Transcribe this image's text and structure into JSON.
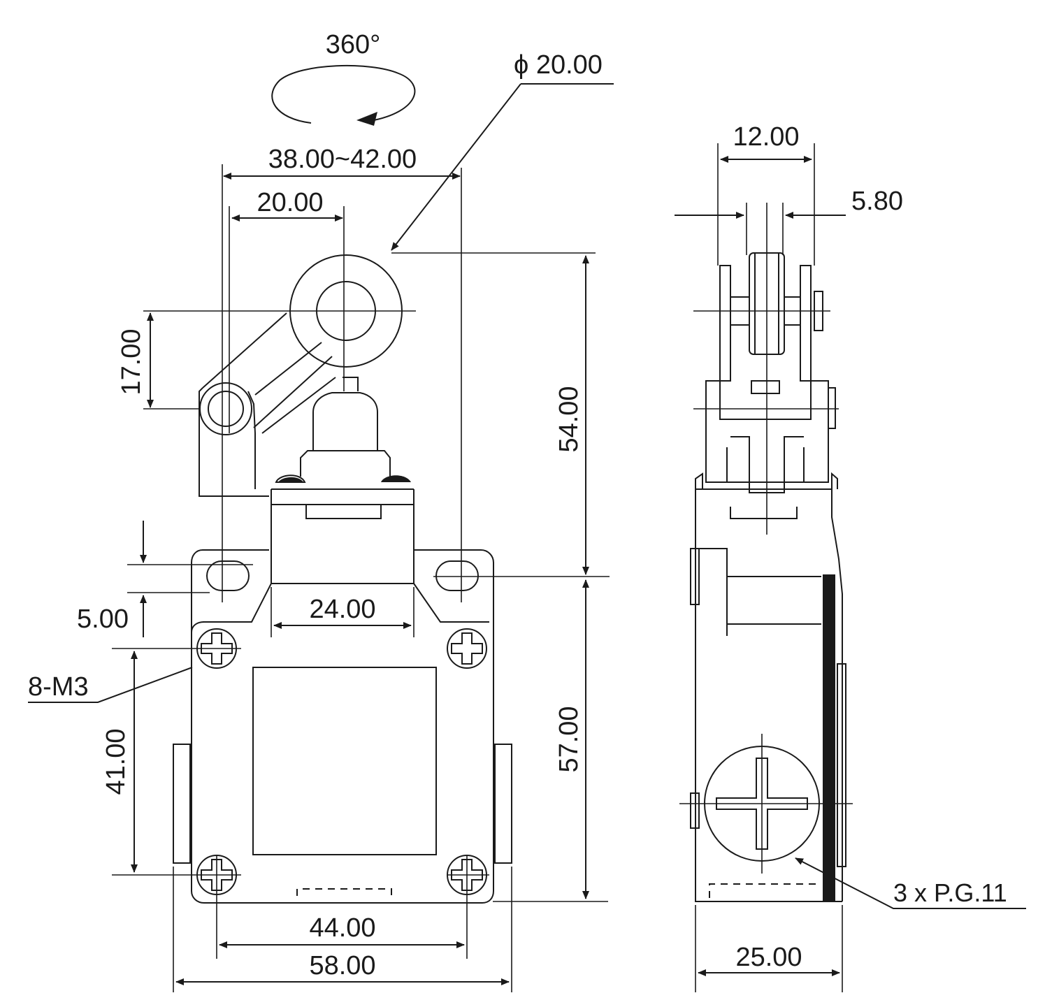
{
  "labels": {
    "rotation": "360°",
    "roller_diameter": "ϕ 20.00",
    "arm_width_range": "38.00~42.00",
    "arm_offset": "20.00",
    "arm_height": "17.00",
    "upper_height": "54.00",
    "head_width": "24.00",
    "mount_offset": "5.00",
    "screw_spec": "8-M3",
    "hole_spacing_vertical": "41.00",
    "lower_height": "57.00",
    "hole_spacing_horizontal": "44.00",
    "body_width": "58.00",
    "roller_width": "12.00",
    "roller_thickness": "5.80",
    "conduit_spec": "3 x P.G.11",
    "body_depth": "25.00"
  },
  "colors": {
    "line": "#1a1a1a",
    "background": "#ffffff"
  }
}
